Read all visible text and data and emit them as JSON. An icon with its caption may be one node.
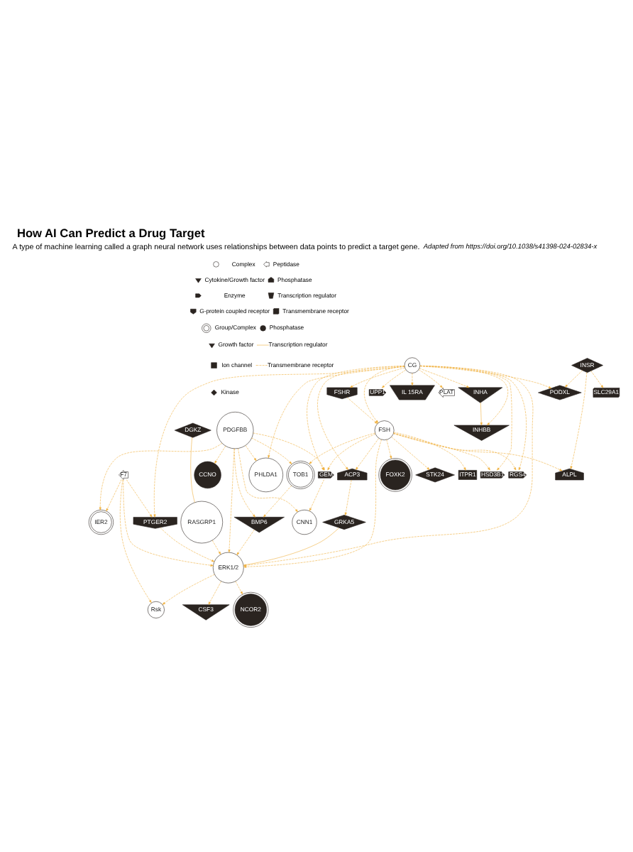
{
  "diagram": {
    "title": "How AI Can Predict a Drug Target",
    "caption": "Adapted from https://doi.org/10.1038/s41398-024-02834-x",
    "nodes": [
      {
        "text": [
          "DGKZ"
        ]
      },
      {
        "text": [
          "RASGRP1"
        ]
      },
      {
        "text": [
          "IER2"
        ]
      },
      {
        "text": [
          "CCNO"
        ]
      },
      {
        "text": [
          "NCOR2"
        ]
      },
      {
        "text": [
          "F7"
        ]
      },
      {
        "text": [
          "BMP6"
        ]
      },
      {
        "text": [
          "PDGFBB"
        ]
      },
      {
        "text": [
          "CNN1"
        ]
      },
      {
        "text": [
          "Rsk"
        ]
      },
      {
        "text": [
          "ERK1/2"
        ]
      },
      {
        "text": [
          "TOB1"
        ]
      },
      {
        "text": [
          "PHLDA1"
        ]
      },
      {
        "text": [
          "GEM"
        ]
      },
      {
        "text": [
          "CSF3"
        ]
      },
      {
        "text": [
          "PTGER2"
        ]
      },
      {
        "text": [
          "PODXL"
        ]
      },
      {
        "text": [
          "FSHR"
        ]
      },
      {
        "text": [
          "CG"
        ]
      },
      {
        "text": [
          "UPP1"
        ]
      },
      {
        "text": [
          "IL 15RA"
        ]
      },
      {
        "text": [
          "PLAT"
        ]
      },
      {
        "text": [
          "SLC29A1"
        ]
      },
      {
        "text": [
          "INSR"
        ]
      },
      {
        "text": [
          "GRKA5"
        ]
      },
      {
        "text": [
          "ACP3"
        ]
      },
      {
        "text": [
          "FSH"
        ]
      },
      {
        "text": [
          "HSD3B1"
        ]
      },
      {
        "text": [
          "INHA"
        ]
      },
      {
        "text": [
          "ALPL"
        ]
      },
      {
        "text": [
          "RGS4"
        ]
      },
      {
        "text": [
          "INHBB"
        ]
      },
      {
        "text": [
          "ITPR1"
        ]
      },
      {
        "text": [
          "FOXK2"
        ]
      },
      {
        "text": [
          "STK24"
        ]
      }
    ],
    "edges": [
      {
        "from": 0,
        "to": 1,
        "arrow": "none"
      },
      {
        "from": 1,
        "to": 10,
        "arrow": "to",
        "style": "dashed"
      },
      {
        "from": 5,
        "to": 2,
        "arrow": "to",
        "style": "dashed"
      },
      {
        "from": 5,
        "to": 9,
        "arrow": "to",
        "style": "dashed"
      },
      {
        "from": 5,
        "to": 10,
        "arrow": "to",
        "style": "dashed"
      },
      {
        "from": 5,
        "to": 15,
        "arrow": "to",
        "style": "dashed"
      },
      {
        "from": 10,
        "to": 4,
        "arrow": "to",
        "style": "dashed"
      },
      {
        "from": 10,
        "to": 9,
        "arrow": "to",
        "style": "dashed"
      },
      {
        "from": 10,
        "to": 14,
        "arrow": "to",
        "style": "dashed"
      },
      {
        "from": 15,
        "to": 10,
        "arrow": "to",
        "style": "dashed"
      },
      {
        "from": 7,
        "to": 2,
        "arrow": "to",
        "style": "dashed"
      },
      {
        "from": 7,
        "to": 3,
        "arrow": "to",
        "style": "dashed"
      },
      {
        "from": 7,
        "to": 6,
        "arrow": "to",
        "style": "dashed"
      },
      {
        "from": 7,
        "to": 8,
        "arrow": "to",
        "style": "dashed"
      },
      {
        "from": 7,
        "to": 12,
        "arrow": "to",
        "style": "dashed"
      },
      {
        "from": 7,
        "to": 11,
        "arrow": "to",
        "style": "dashed"
      },
      {
        "from": 7,
        "to": 13,
        "arrow": "to",
        "style": "dashed"
      },
      {
        "from": 7,
        "to": 10,
        "arrow": "to",
        "style": "dashed"
      },
      {
        "from": 11,
        "to": 6,
        "arrow": "to",
        "style": "dashed"
      },
      {
        "from": 6,
        "to": 10,
        "arrow": "to",
        "style": "dashed"
      },
      {
        "from": 13,
        "to": 8,
        "arrow": "to",
        "style": "dashed"
      },
      {
        "from": 24,
        "to": 10,
        "arrow": "none"
      },
      {
        "from": 18,
        "to": 10,
        "arrow": "to",
        "style": "dashed"
      },
      {
        "from": 18,
        "to": 13,
        "arrow": "to",
        "style": "dashed"
      },
      {
        "from": 18,
        "to": 12,
        "arrow": "to",
        "style": "dashed"
      },
      {
        "from": 18,
        "to": 20,
        "arrow": "to",
        "style": "dashed"
      },
      {
        "from": 18,
        "to": 19,
        "arrow": "to",
        "style": "dashed"
      },
      {
        "from": 18,
        "to": 21,
        "arrow": "to",
        "style": "dashed"
      },
      {
        "from": 18,
        "to": 28,
        "arrow": "to",
        "style": "dashed"
      },
      {
        "from": 18,
        "to": 31,
        "arrow": "to",
        "style": "dashed"
      },
      {
        "from": 18,
        "to": 27,
        "arrow": "to",
        "style": "dashed"
      },
      {
        "from": 18,
        "to": 30,
        "arrow": "to",
        "style": "dashed"
      },
      {
        "from": 18,
        "to": 26,
        "arrow": "to",
        "style": "dashed"
      },
      {
        "from": 18,
        "to": 17,
        "arrow": "to",
        "style": "dashed"
      },
      {
        "from": 18,
        "to": 16,
        "arrow": "to",
        "style": "dashed"
      },
      {
        "from": 18,
        "to": 15,
        "arrow": "to",
        "style": "dashed"
      },
      {
        "from": 18,
        "to": 25,
        "arrow": "to",
        "style": "dashed"
      },
      {
        "from": 26,
        "to": 10,
        "arrow": "to",
        "style": "dashed"
      },
      {
        "from": 26,
        "to": 11,
        "arrow": "to",
        "style": "dashed"
      },
      {
        "from": 17,
        "to": 26,
        "arrow": "to",
        "style": "dashed"
      },
      {
        "from": 26,
        "to": 13,
        "arrow": "to",
        "style": "dashed"
      },
      {
        "from": 26,
        "to": 25,
        "arrow": "to",
        "style": "dashed"
      },
      {
        "from": 26,
        "to": 29,
        "arrow": "to",
        "style": "dashed"
      },
      {
        "from": 26,
        "to": 32,
        "arrow": "to",
        "style": "dashed"
      },
      {
        "from": 26,
        "to": 30,
        "arrow": "to",
        "style": "dashed"
      },
      {
        "from": 26,
        "to": 27,
        "arrow": "to",
        "style": "dashed"
      },
      {
        "from": 26,
        "to": 34,
        "arrow": "to",
        "style": "dashed"
      },
      {
        "from": 26,
        "to": 33,
        "arrow": "to",
        "style": "dashed"
      },
      {
        "from": 25,
        "to": 24,
        "arrow": "to",
        "style": "dashed"
      },
      {
        "from": 23,
        "to": 16,
        "arrow": "to",
        "style": "dashed"
      },
      {
        "from": 23,
        "to": 22,
        "arrow": "to",
        "style": "dashed"
      },
      {
        "from": 23,
        "to": 29,
        "arrow": "to",
        "style": "dashed"
      },
      {
        "from": 28,
        "to": 31,
        "arrow": "to"
      }
    ],
    "labels": [
      "A type of machine learning called a graph neural network uses relationships between data points to predict a target gene."
    ],
    "legend": [
      {
        "text": "Complex"
      },
      {
        "text": "Cytokine/Growth factor"
      },
      {
        "text": "Enzyme"
      },
      {
        "text": "G-protein coupled receptor"
      },
      {
        "text": "Group/Complex"
      },
      {
        "text": "Growth factor"
      },
      {
        "text": "Ion channel"
      },
      {
        "text": "Kinase"
      },
      {
        "text": "Peptidase"
      },
      {
        "text": "Phosphatase"
      },
      {
        "text": "Transcription regulator"
      },
      {
        "text": "Transmembrane receptor"
      },
      {
        "text": "Phosphatase"
      },
      {
        "text": "Transcription regulator"
      },
      {
        "text": "Transmembrane receptor"
      }
    ]
  }
}
